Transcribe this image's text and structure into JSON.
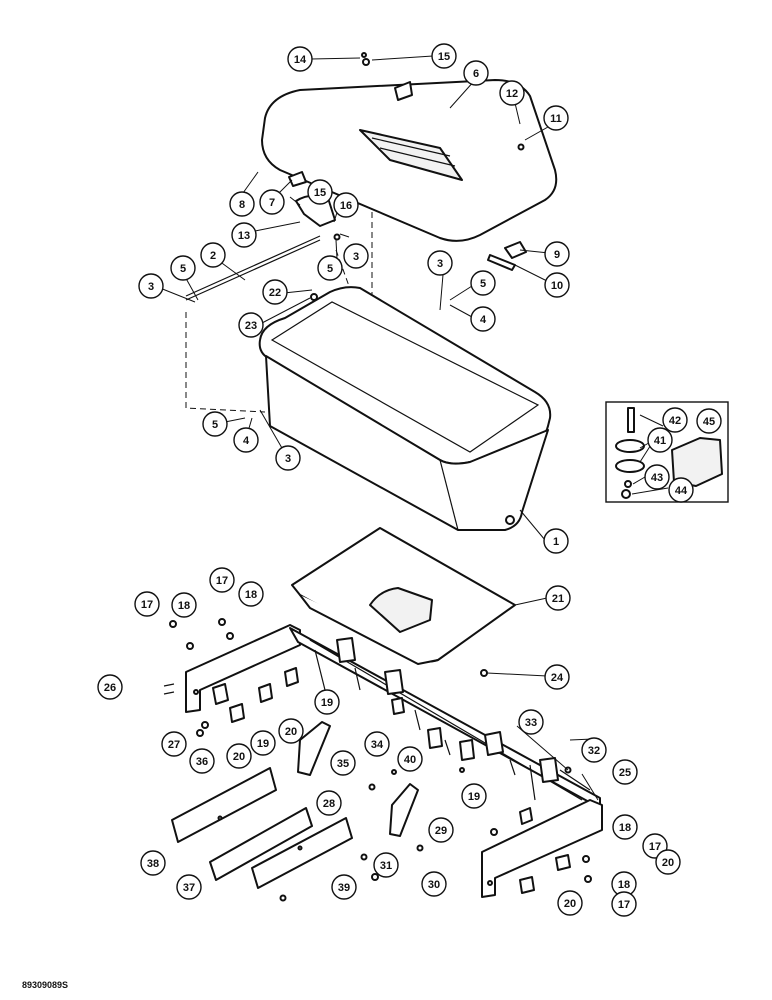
{
  "drawing_code": "89309089S",
  "callouts": [
    "1",
    "2",
    "3",
    "4",
    "5",
    "6",
    "7",
    "8",
    "9",
    "10",
    "11",
    "12",
    "13",
    "14",
    "15",
    "16",
    "17",
    "18",
    "19",
    "20",
    "21",
    "22",
    "23",
    "24",
    "25",
    "26",
    "27",
    "28",
    "29",
    "30",
    "31",
    "32",
    "33",
    "34",
    "35",
    "36",
    "37",
    "38",
    "39",
    "40",
    "41",
    "42",
    "43",
    "44",
    "45"
  ]
}
